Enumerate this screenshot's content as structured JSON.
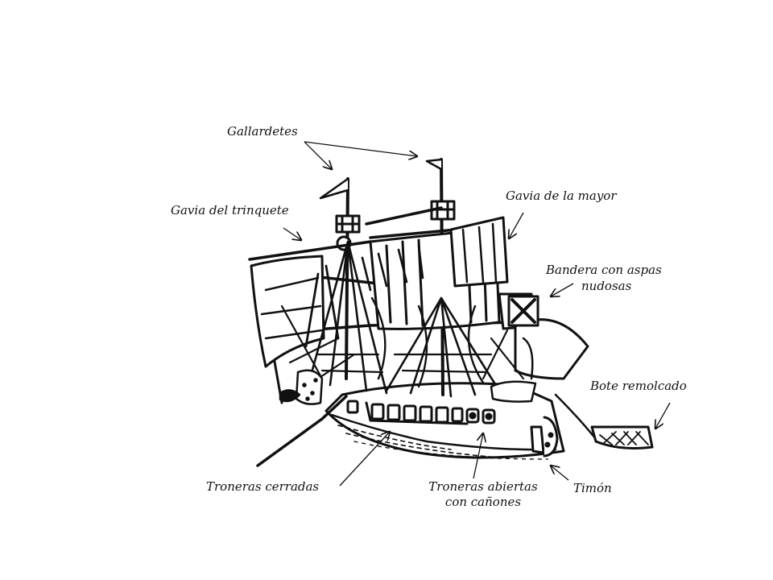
{
  "diagram": {
    "ink_color": "#111111",
    "background": "#ffffff",
    "subject": "ship-drawing",
    "labels": {
      "gallardetes": "Gallardetes",
      "gavia_trinquete": "Gavia del trinquete",
      "gavia_mayor": "Gavia de la mayor",
      "bandera_line1": "Bandera con aspas",
      "bandera_line2": "nudosas",
      "bote": "Bote remolcado",
      "troneras_cerradas": "Troneras cerradas",
      "troneras_abiertas_line1": "Troneras abiertas",
      "troneras_abiertas_line2": "con cañones",
      "timon": "Timón"
    }
  }
}
